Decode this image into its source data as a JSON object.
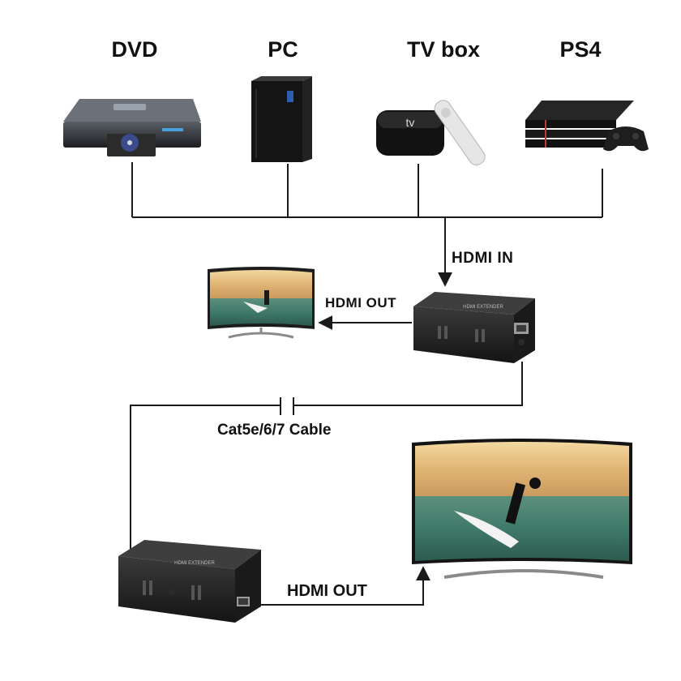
{
  "sources": [
    {
      "label": "DVD",
      "icon": "dvd-player-icon"
    },
    {
      "label": "PC",
      "icon": "pc-tower-icon"
    },
    {
      "label": "TV box",
      "icon": "tv-box-icon"
    },
    {
      "label": "PS4",
      "icon": "ps4-console-icon"
    }
  ],
  "connections": {
    "hdmi_in": "HDMI IN",
    "hdmi_out_transmitter": "HDMI OUT",
    "cable": "Cat5e/6/7 Cable",
    "hdmi_out_receiver": "HDMI OUT"
  },
  "devices": {
    "transmitter_label": "HDMI EXTENDER",
    "receiver_label": "HDMI EXTENDER"
  },
  "colors": {
    "line": "#1a1a1a",
    "device_body": "#1c1c1c",
    "screen_sky": "#e8c88a",
    "screen_sea": "#3f7a6a"
  }
}
